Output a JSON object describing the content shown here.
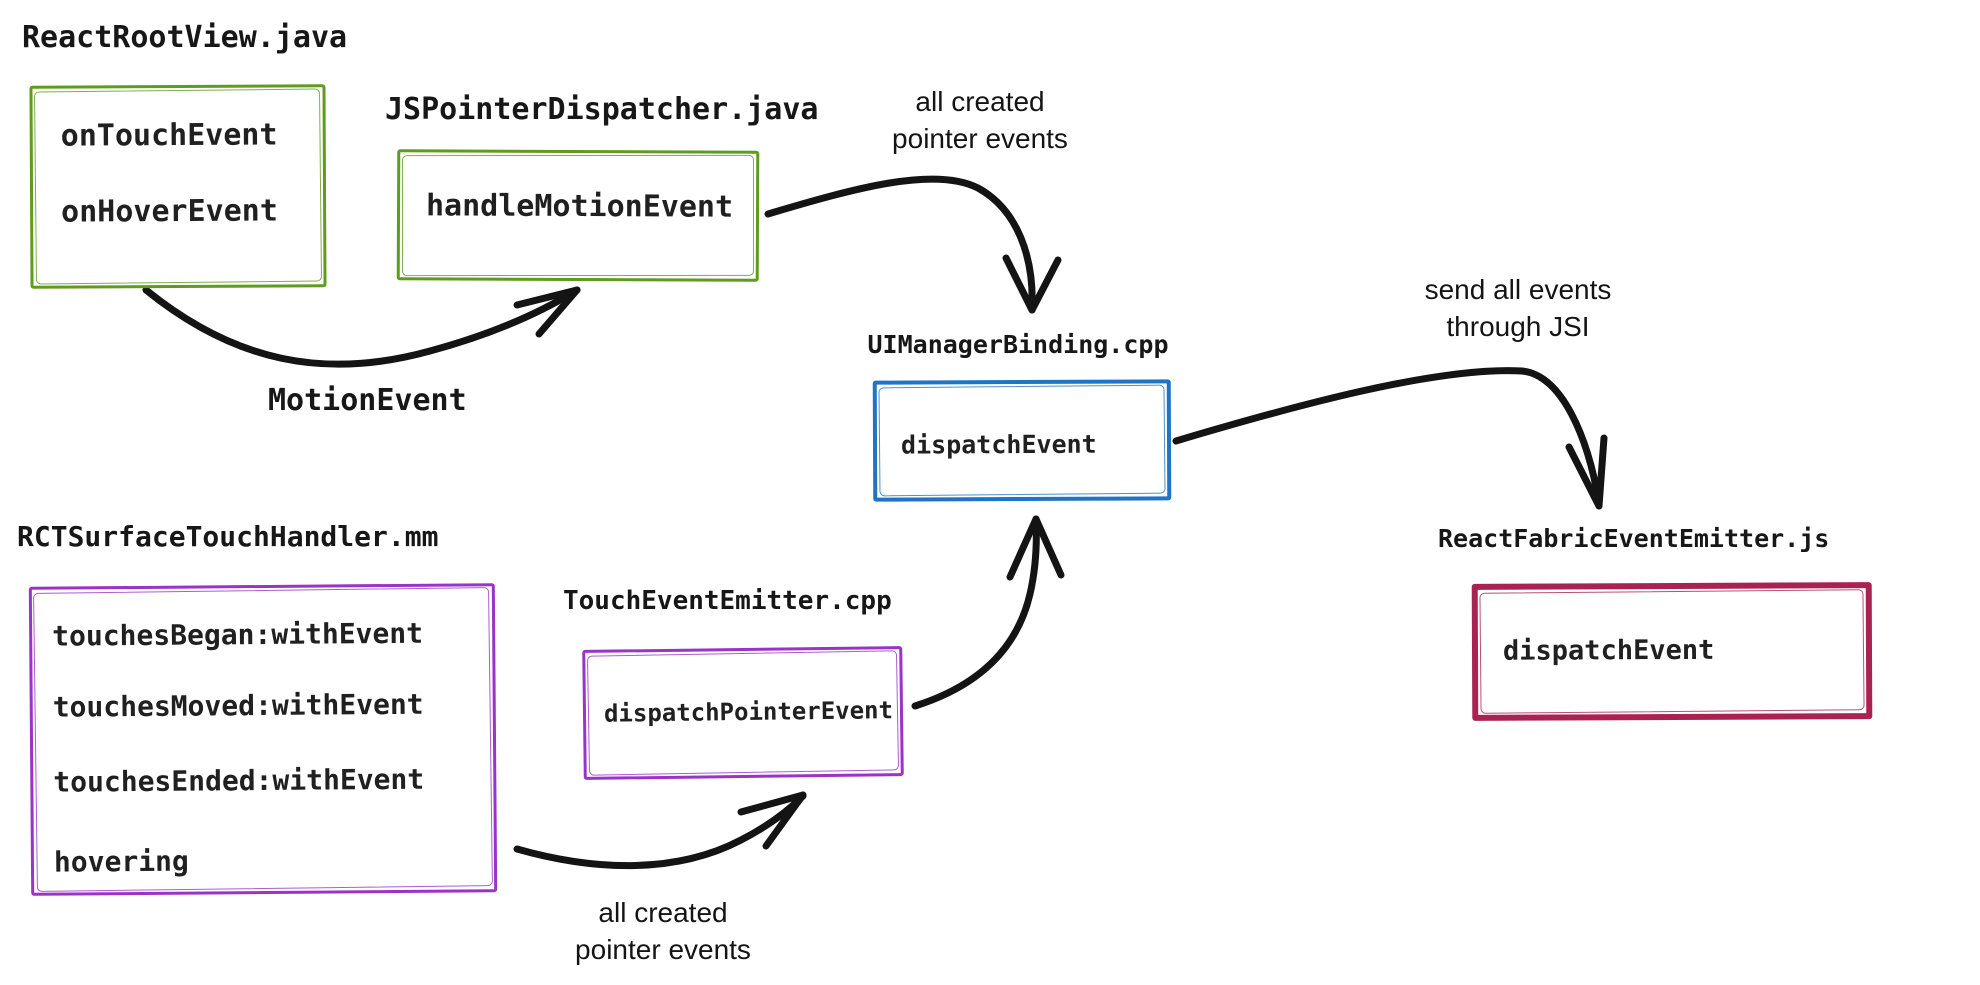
{
  "diagram": {
    "background": "#ffffff",
    "ink": "#141414",
    "colors": {
      "green": "#5f9b1e",
      "blue": "#1f74c4",
      "purple": "#9a33c7",
      "crimson": "#a92352"
    },
    "nodes": [
      {
        "id": "react-root-view",
        "title": "ReactRootView.java",
        "color": "green",
        "items": [
          "onTouchEvent",
          "onHoverEvent"
        ]
      },
      {
        "id": "js-pointer-dispatcher",
        "title": "JSPointerDispatcher.java",
        "color": "green",
        "items": [
          "handleMotionEvent"
        ]
      },
      {
        "id": "ui-manager-binding",
        "title": "UIManagerBinding.cpp",
        "color": "blue",
        "items": [
          "dispatchEvent"
        ]
      },
      {
        "id": "rct-surface-touch-handler",
        "title": "RCTSurfaceTouchHandler.mm",
        "color": "purple",
        "items": [
          "touchesBegan:withEvent",
          "touchesMoved:withEvent",
          "touchesEnded:withEvent",
          "hovering"
        ]
      },
      {
        "id": "touch-event-emitter",
        "title": "TouchEventEmitter.cpp",
        "color": "purple",
        "items": [
          "dispatchPointerEvent"
        ]
      },
      {
        "id": "react-fabric-event-emitter",
        "title": "ReactFabricEventEmitter.js",
        "color": "crimson",
        "items": [
          "dispatchEvent"
        ]
      }
    ],
    "labels": {
      "motion_event": {
        "text": "MotionEvent"
      },
      "all_created_top": {
        "lines": [
          "all created",
          "pointer events"
        ]
      },
      "send_jsi": {
        "lines": [
          "send all events",
          "through JSI"
        ]
      },
      "all_created_bottom": {
        "lines": [
          "all created",
          "pointer events"
        ]
      }
    },
    "edges": [
      {
        "from": "react-root-view",
        "to": "js-pointer-dispatcher",
        "label": "MotionEvent"
      },
      {
        "from": "js-pointer-dispatcher",
        "to": "ui-manager-binding",
        "label": "all created pointer events"
      },
      {
        "from": "ui-manager-binding",
        "to": "react-fabric-event-emitter",
        "label": "send all events through JSI"
      },
      {
        "from": "rct-surface-touch-handler",
        "to": "touch-event-emitter",
        "label": "all created pointer events"
      },
      {
        "from": "touch-event-emitter",
        "to": "ui-manager-binding",
        "label": ""
      }
    ]
  }
}
